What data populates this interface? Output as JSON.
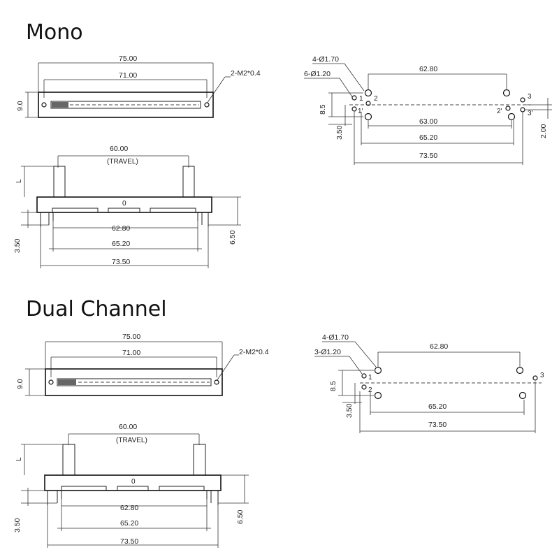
{
  "mono": {
    "title": "Mono",
    "front": {
      "overall": "75.00",
      "inner": "71.00",
      "screw": "2-M2*0.4",
      "height": "9.0"
    },
    "side": {
      "travel_len": "60.00",
      "travel_label": "(TRAVEL)",
      "len_mark": "L",
      "center_mark": "0",
      "d1": "62.80",
      "d2": "65.20",
      "d3": "73.50",
      "left_h": "3.50",
      "right_h": "6.50"
    },
    "holes": {
      "big": "4-Ø1.70",
      "small": "6-Ø1.20",
      "top": "62.80",
      "mid": "63.00",
      "b1": "65.20",
      "b2": "73.50",
      "h_left": "8.5",
      "h_left2": "3.50",
      "h_right": "2.00",
      "pins": [
        "1",
        "2",
        "1'",
        "2'",
        "3",
        "3'"
      ]
    }
  },
  "dual": {
    "title": "Dual Channel",
    "front": {
      "overall": "75.00",
      "inner": "71.00",
      "screw": "2-M2*0.4",
      "height": "9.0"
    },
    "side": {
      "travel_len": "60.00",
      "travel_label": "(TRAVEL)",
      "len_mark": "L",
      "center_mark": "0",
      "d1": "62.80",
      "d2": "65.20",
      "d3": "73.50",
      "left_h": "3.50",
      "right_h": "6.50"
    },
    "holes": {
      "big": "4-Ø1.70",
      "small": "3-Ø1.20",
      "top": "62.80",
      "b1": "65.20",
      "b2": "73.50",
      "h_left": "8.5",
      "h_left2": "3.50",
      "pins": [
        "1",
        "2",
        "3"
      ]
    }
  }
}
